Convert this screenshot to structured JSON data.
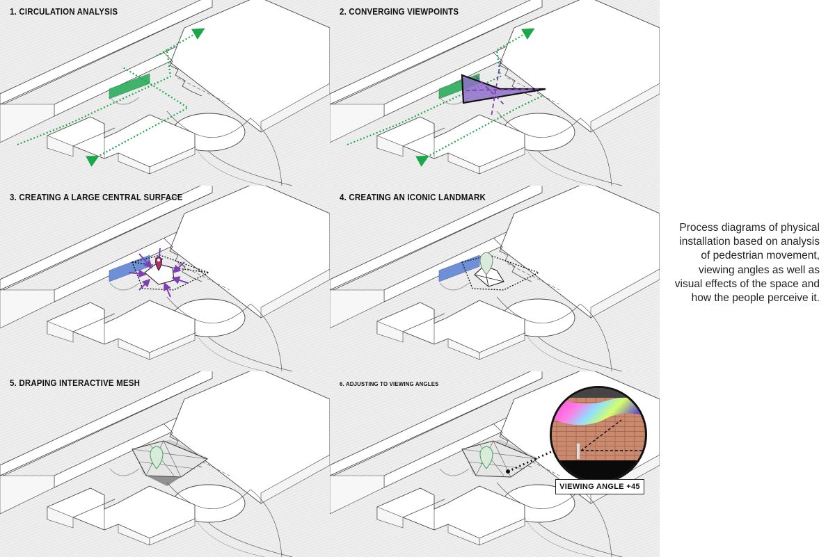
{
  "panels": [
    {
      "title": "1. CIRCULATION ANALYSIS"
    },
    {
      "title": "2. CONVERGING VIEWPOINTS"
    },
    {
      "title": "3. CREATING A LARGE CENTRAL SURFACE"
    },
    {
      "title": "4. CREATING AN ICONIC LANDMARK"
    },
    {
      "title": "5. DRAPING INTERACTIVE MESH"
    },
    {
      "title": "6. ADJUSTING TO VIEWING ANGLES"
    }
  ],
  "caption": "Process diagrams of physical installation based on analysis of pedestrian movement, viewing angles as well as visual effects of the space and how the people perceive it.",
  "inset_label": "VIEWING ANGLE +45",
  "colors": {
    "circulation": "#1aa84a",
    "viewpoint": "#7e3fb0",
    "surface": "#8d6fc9",
    "bench_green": "#3fb36a",
    "bench_blue": "#6f8fd6",
    "background": "#f1f1f1"
  }
}
